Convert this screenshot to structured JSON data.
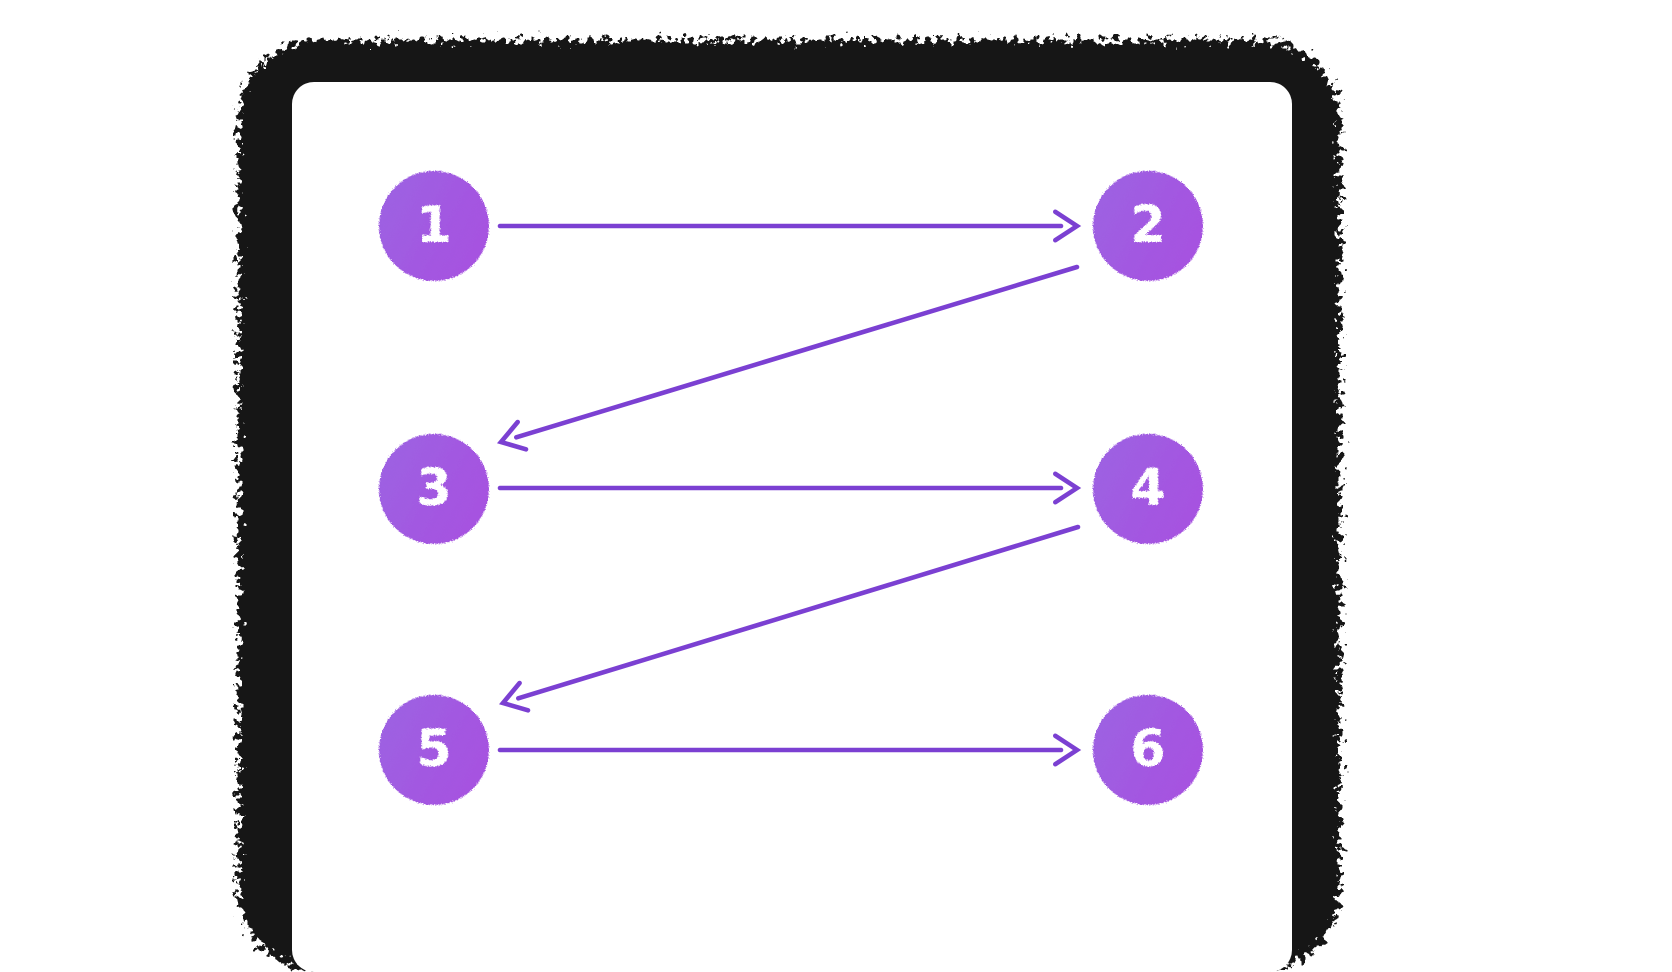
{
  "diagram": {
    "nodes": [
      {
        "id": "1",
        "label": "1"
      },
      {
        "id": "2",
        "label": "2"
      },
      {
        "id": "3",
        "label": "3"
      },
      {
        "id": "4",
        "label": "4"
      },
      {
        "id": "5",
        "label": "5"
      },
      {
        "id": "6",
        "label": "6"
      }
    ],
    "edges": [
      {
        "from": "1",
        "to": "2"
      },
      {
        "from": "2",
        "to": "3"
      },
      {
        "from": "3",
        "to": "4"
      },
      {
        "from": "4",
        "to": "5"
      },
      {
        "from": "5",
        "to": "6"
      }
    ]
  },
  "colors": {
    "arrow": "#7B40D2",
    "node-grad-a": "#9C63E2",
    "node-grad-b": "#A84FE0",
    "node-text": "#FFFFFF",
    "frame": "#141414",
    "card": "#FFFFFF",
    "page": "#FFFFFF"
  }
}
